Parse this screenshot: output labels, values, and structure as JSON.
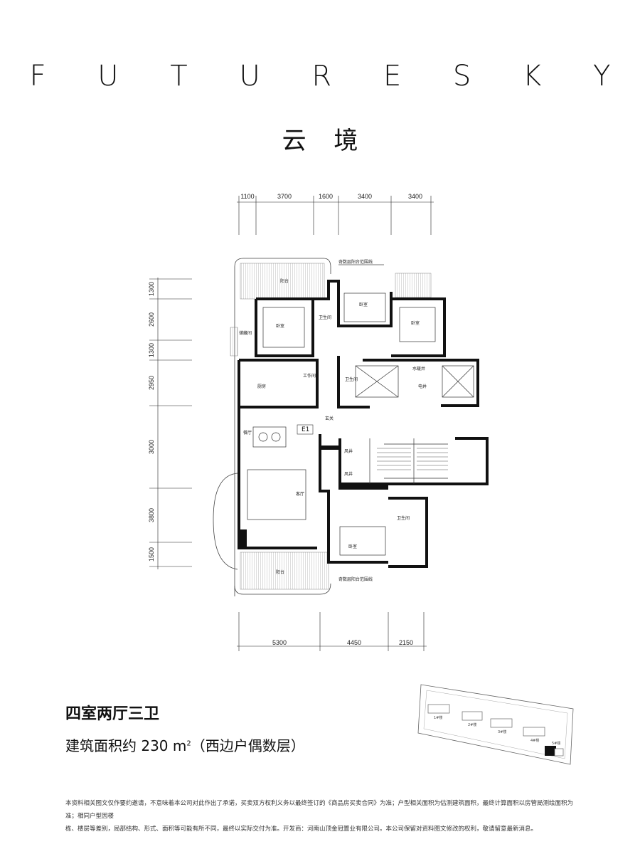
{
  "header": {
    "brand": "F U T U R E S K Y",
    "subtitle": "云 境"
  },
  "plan": {
    "top_dims": [
      "1100",
      "3700",
      "1600",
      "3400",
      "3400"
    ],
    "bottom_dims": [
      "5300",
      "4450",
      "2150"
    ],
    "left_dims": [
      "1300",
      "2600",
      "1300",
      "2950",
      "3000",
      "3800",
      "1500"
    ],
    "balcony_note": "奇数层阳台范围线",
    "rooms": {
      "balcony": "阳台",
      "bedroom": "卧室",
      "bathroom": "卫生间",
      "kitchen": "厨房",
      "workroom": "工作间",
      "dining": "餐厅",
      "living": "客厅",
      "foyer": "玄关",
      "water_room": "水暖井",
      "elec_room": "电井",
      "air_shaft": "风井",
      "elevator_tag": "E1",
      "storage": "储藏间"
    }
  },
  "info": {
    "layout": "四室两厅三卫",
    "area_prefix": "建筑面积约 230 m",
    "area_sup": "2",
    "area_suffix": "（西边户偶数层）"
  },
  "disclaimer": {
    "line1": "本资料相关图文仅作要约邀请，不意味着本公司对此作出了承诺，买卖双方权利义务以最终签订的《商品房买卖合同》为准；户型相关面积为估测建筑面积，最终计算面积以房管局测绘面积为准；相同户型因楼",
    "line2": "栋、楼层等差别，局部结构、形式、面积等可能有所不同，最终以实际交付为准。开发商：河南山顶金冠置业有限公司。本公司保留对资料图文修改的权利，敬请留意最新消息。"
  },
  "keyplan": {
    "buildings": [
      "1#楼",
      "2#楼",
      "3#楼",
      "4#楼",
      "5#楼"
    ]
  }
}
